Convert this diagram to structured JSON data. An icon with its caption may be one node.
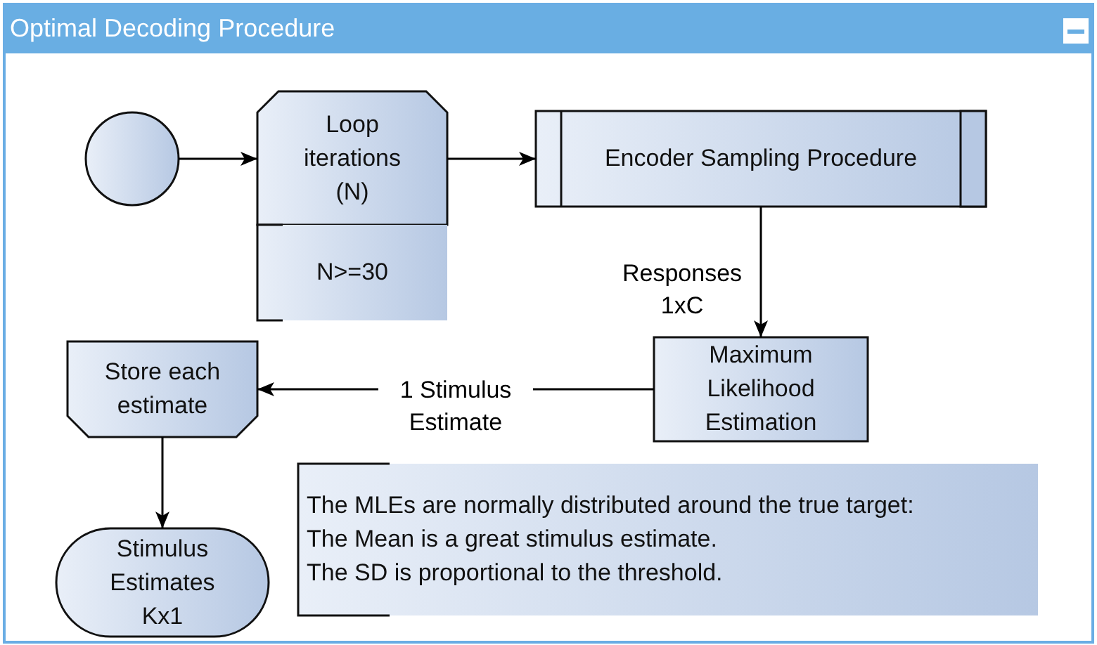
{
  "diagram": {
    "nodes": [
      {
        "text": [
          "Optimal Decoding Procedure"
        ]
      },
      {
        "text": [],
        "shape": "circle",
        "in": 0
      },
      {
        "text": [
          "Loop iterations (N)"
        ],
        "in": 0
      },
      {
        "text": [
          "N>=30"
        ],
        "in": 0
      },
      {
        "text": [
          "Encoder Sampling Procedure"
        ],
        "in": 0
      },
      {
        "text": [
          "Maximum Likelihood Estimation"
        ],
        "in": 0
      },
      {
        "text": [
          "Store each estimate"
        ],
        "in": 0
      },
      {
        "text": [
          "Stimulus Estimates Kx1"
        ],
        "in": 0
      },
      {
        "text": [
          "The MLEs are normally distributed around the true target:",
          "The Mean is a great stimulus estimate.",
          "The SD is proportional to the threshold."
        ],
        "in": 0
      }
    ],
    "edges": [
      {
        "from": 1,
        "to": 2,
        "arrow": "to"
      },
      {
        "from": 2,
        "to": 4,
        "arrow": "to"
      },
      {
        "from": 4,
        "to": 5,
        "arrow": "to",
        "label": "Responses 1xC"
      },
      {
        "from": 5,
        "to": 6,
        "arrow": "to",
        "label": "1 Stimulus Estimate"
      },
      {
        "from": 6,
        "to": 7,
        "arrow": "to"
      }
    ]
  }
}
